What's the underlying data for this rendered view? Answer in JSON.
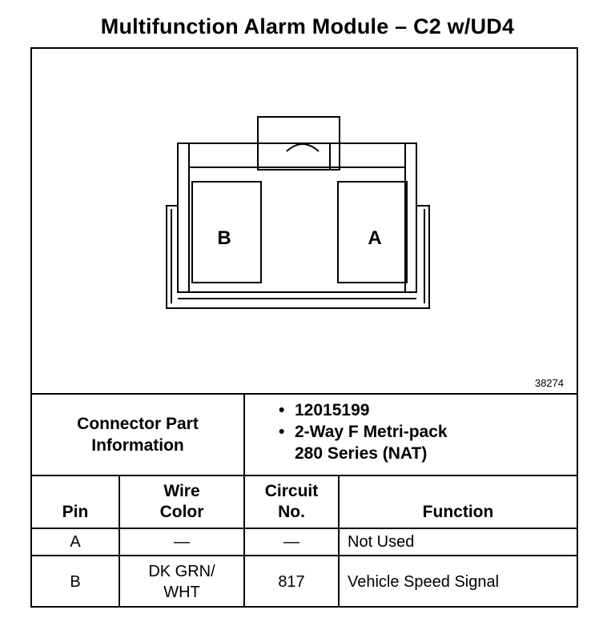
{
  "title": "Multifunction Alarm Module – C2 w/UD4",
  "diagram": {
    "figure_number": "38274",
    "cavity_left_label": "B",
    "cavity_right_label": "A"
  },
  "connector_info": {
    "label_line1": "Connector Part",
    "label_line2": "Information",
    "part_number": "12015199",
    "description_line1": "2-Way F Metri-pack",
    "description_line2": "280 Series (NAT)"
  },
  "table": {
    "headers": {
      "pin": "Pin",
      "wire_color_line1": "Wire",
      "wire_color_line2": "Color",
      "circuit_line1": "Circuit",
      "circuit_line2": "No.",
      "function": "Function"
    },
    "rows": [
      {
        "pin": "A",
        "wire_color_line1": "—",
        "wire_color_line2": "",
        "circuit": "—",
        "function": "Not Used"
      },
      {
        "pin": "B",
        "wire_color_line1": "DK GRN/",
        "wire_color_line2": "WHT",
        "circuit": "817",
        "function": "Vehicle Speed Signal"
      }
    ]
  }
}
